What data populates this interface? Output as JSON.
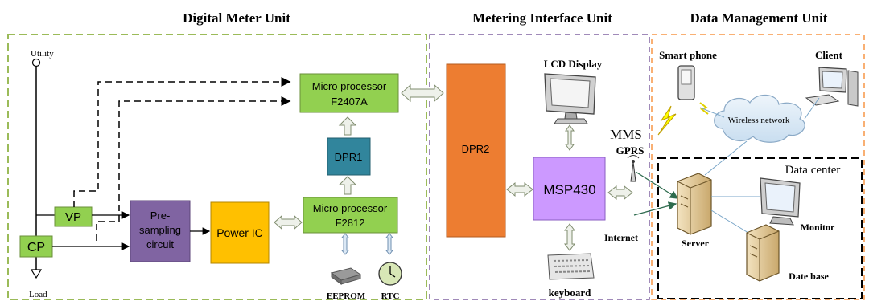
{
  "units": {
    "digital_meter": "Digital Meter Unit",
    "metering_interface": "Metering Interface Unit",
    "data_management": "Data Management Unit"
  },
  "meter": {
    "utility": "Utility",
    "load": "Load",
    "vp": "VP",
    "cp": "CP",
    "presampling": [
      "Pre-",
      "sampling",
      "circuit"
    ],
    "power_ic": "Power IC",
    "mp_top": [
      "Micro processor",
      "F2407A"
    ],
    "dpr1": "DPR1",
    "mp_bottom": [
      "Micro processor",
      "F2812"
    ],
    "eeprom": "EEPROM",
    "rtc": "RTC"
  },
  "interface": {
    "dpr2": "DPR2",
    "lcd": "LCD Display",
    "msp430": "MSP430",
    "keyboard": "keyboard",
    "mms": "MMS",
    "gprs": "GPRS",
    "internet": "Internet"
  },
  "management": {
    "smartphone": "Smart phone",
    "client": "Client",
    "wireless": "Wireless network",
    "datacenter": "Data center",
    "monitor": "Monitor",
    "server": "Server",
    "database": "Date base"
  },
  "colors": {
    "green_box": "#92d050",
    "purple_box": "#8064a2",
    "yellow_box": "#ffc000",
    "teal_box": "#31859c",
    "orange_box": "#ed7d31",
    "violet_box": "#cc99ff",
    "green_border": "#9bbb59",
    "purple_border": "#8064a2",
    "orange_border": "#f79646"
  }
}
